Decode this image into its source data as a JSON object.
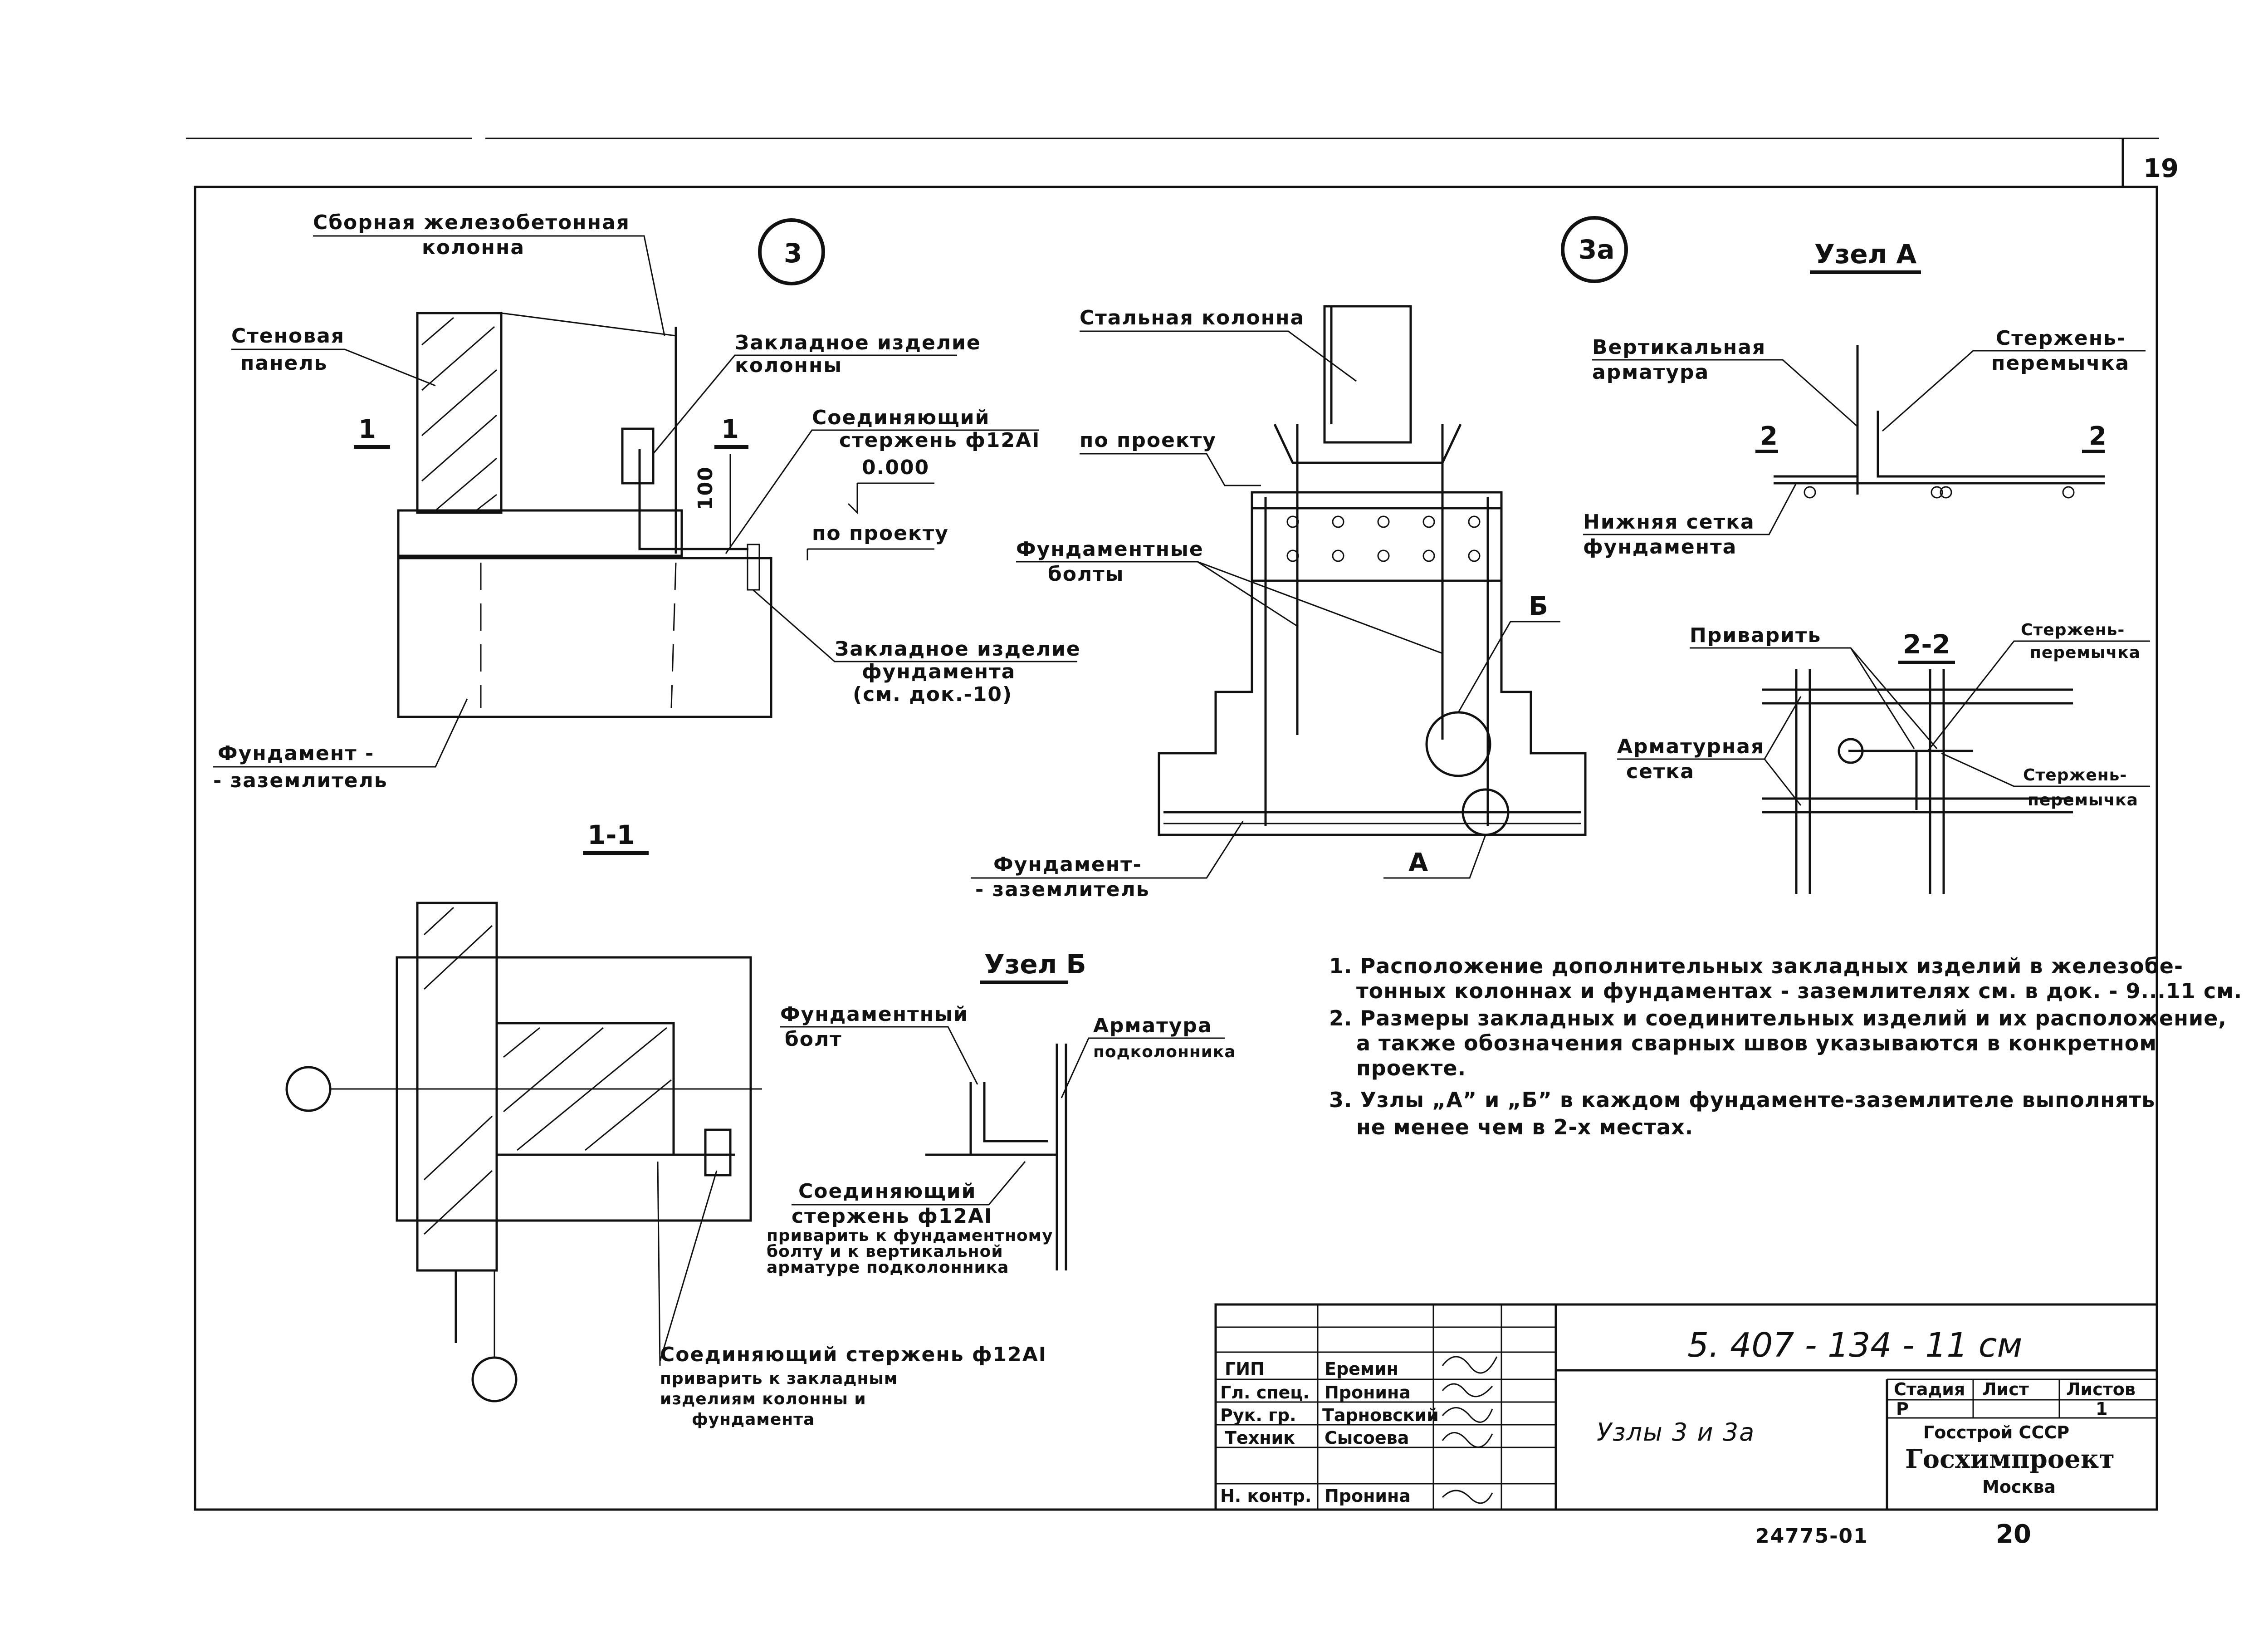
{
  "page_number": "19",
  "detail_3": {
    "marker": "3",
    "column_label": [
      "Сборная железобетонная",
      "колонна"
    ],
    "wall_panel_label": [
      "Стеновая",
      "панель"
    ],
    "section_mark_left": "1",
    "section_mark_right": "1",
    "embedded_column_label": [
      "Закладное изделие",
      "колонны"
    ],
    "connecting_rod_label": [
      "Соединяющий",
      "стержень ф12АI"
    ],
    "elevation_zero": "0.000",
    "per_project": "по проекту",
    "dim_100": "100",
    "embedded_foundation_label": [
      "Закладное изделие",
      "фундамента",
      "(см. док.-10)"
    ],
    "foundation_label": [
      "Фундамент -",
      "- заземлитель"
    ]
  },
  "detail_3a": {
    "marker": "3а",
    "steel_column_label": "Стальная колонна",
    "per_project": "по проекту",
    "bolts_label": [
      "Фундаментные",
      "болты"
    ],
    "node_b_mark": "Б",
    "node_a_mark": "А",
    "foundation_label": [
      "Фундамент-",
      "- заземлитель"
    ]
  },
  "node_a": {
    "title": "Узел А",
    "vertical_rebar": [
      "Вертикальная",
      "арматура"
    ],
    "jumper_rod": [
      "Стержень-",
      "перемычка"
    ],
    "section_2_left": "2",
    "section_2_right": "2",
    "bottom_mesh": [
      "Нижняя сетка",
      "фундамента"
    ]
  },
  "section_2_2": {
    "title": "2-2",
    "weld_label": "Приварить",
    "jumper_rod_top": [
      "Стержень-",
      "перемычка"
    ],
    "rebar_mesh": [
      "Арматурная",
      "сетка"
    ],
    "jumper_rod_bottom": [
      "Стержень-",
      "перемычка"
    ]
  },
  "section_1_1": {
    "title": "1-1",
    "connecting_rod_note": [
      "Соединяющий стержень ф12АI",
      "приварить к закладным",
      "изделиям колонны и",
      "фундамента"
    ]
  },
  "node_b": {
    "title": "Узел Б",
    "foundation_bolt": [
      "Фундаментный",
      "болт"
    ],
    "column_rebar": [
      "Арматура",
      "подколонника"
    ],
    "connecting_rod": [
      "Соединяющий",
      "стержень ф12АI",
      "приварить к фундаментному",
      "болту и к вертикальной",
      "арматуре подколонника"
    ]
  },
  "notes": [
    [
      "1. Расположение дополнительных закладных изделий в железобе-",
      "тонных колоннах и фундаментах - заземлителях см. в док. - 9...11 см."
    ],
    [
      "2. Размеры закладных и соединительных изделий и их расположение,",
      "а также обозначения сварных швов указываются в конкретном",
      "проекте."
    ],
    [
      "3. Узлы „А” и „Б” в каждом фундаменте-заземлителе выполнять",
      "не менее чем в 2-х местах."
    ]
  ],
  "title_block": {
    "doc_code": "5. 407 - 134 - 11 см",
    "title": "Узлы 3 и 3а",
    "roles": [
      {
        "role": "ГИП",
        "name": "Еремин"
      },
      {
        "role": "Гл. спец.",
        "name": "Пронина"
      },
      {
        "role": "Рук. гр.",
        "name": "Тарновский"
      },
      {
        "role": "Техник",
        "name": "Сысоева"
      },
      {
        "role": "Н. контр.",
        "name": "Пронина"
      }
    ],
    "stage_header": "Стадия",
    "sheet_header": "Лист",
    "sheets_header": "Листов",
    "stage": "Р",
    "sheets": "1",
    "org_line1": "Госстрой СССР",
    "org_line2": "Госхимпроект",
    "org_line3": "Москва"
  },
  "footer": {
    "archive_no": "24775-01",
    "page": "20"
  }
}
